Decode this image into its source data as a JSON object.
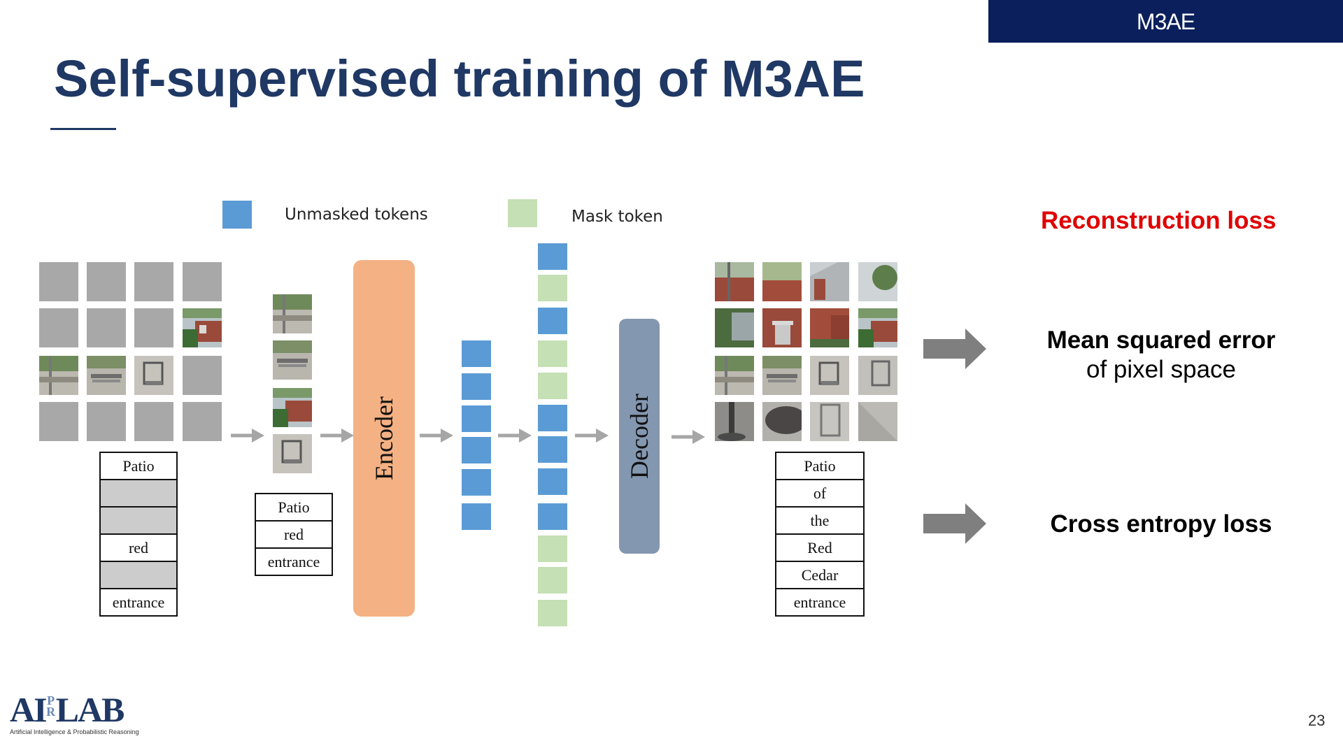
{
  "header": {
    "label": "M3AE"
  },
  "slide": {
    "title": "Self-supervised training of M3AE",
    "page_number": "23"
  },
  "legend": {
    "unmasked_label": "Unmasked tokens",
    "mask_label": "Mask token",
    "unmasked_color": "#5b9bd5",
    "mask_color": "#c5e0b4"
  },
  "diagram": {
    "input_text_tokens": [
      "Patio",
      "",
      "",
      "red",
      "",
      "entrance"
    ],
    "visible_text_tokens": [
      "Patio",
      "red",
      "entrance"
    ],
    "encoder_label": "Encoder",
    "decoder_label": "Decoder",
    "encoded_token_count": 6,
    "decoder_token_sequence": [
      "unmasked",
      "mask",
      "unmasked",
      "mask",
      "mask",
      "unmasked",
      "unmasked",
      "unmasked",
      "unmasked",
      "mask",
      "mask",
      "mask"
    ],
    "output_text_tokens": [
      "Patio",
      "of",
      "the",
      "Red",
      "Cedar",
      "entrance"
    ],
    "encoder_color": "#f4b183",
    "decoder_color": "#8497b0"
  },
  "losses": {
    "title": "Reconstruction loss",
    "image_loss_bold": "Mean squared error",
    "image_loss_rest": "of pixel space",
    "text_loss": "Cross entropy loss",
    "title_color": "#e00000"
  },
  "logo": {
    "main_left": "AI",
    "main_mid_top": "P",
    "main_mid_bottom": "R",
    "main_right": "LAB",
    "subtitle": "Artificial Intelligence & Probabilistic Reasoning"
  }
}
